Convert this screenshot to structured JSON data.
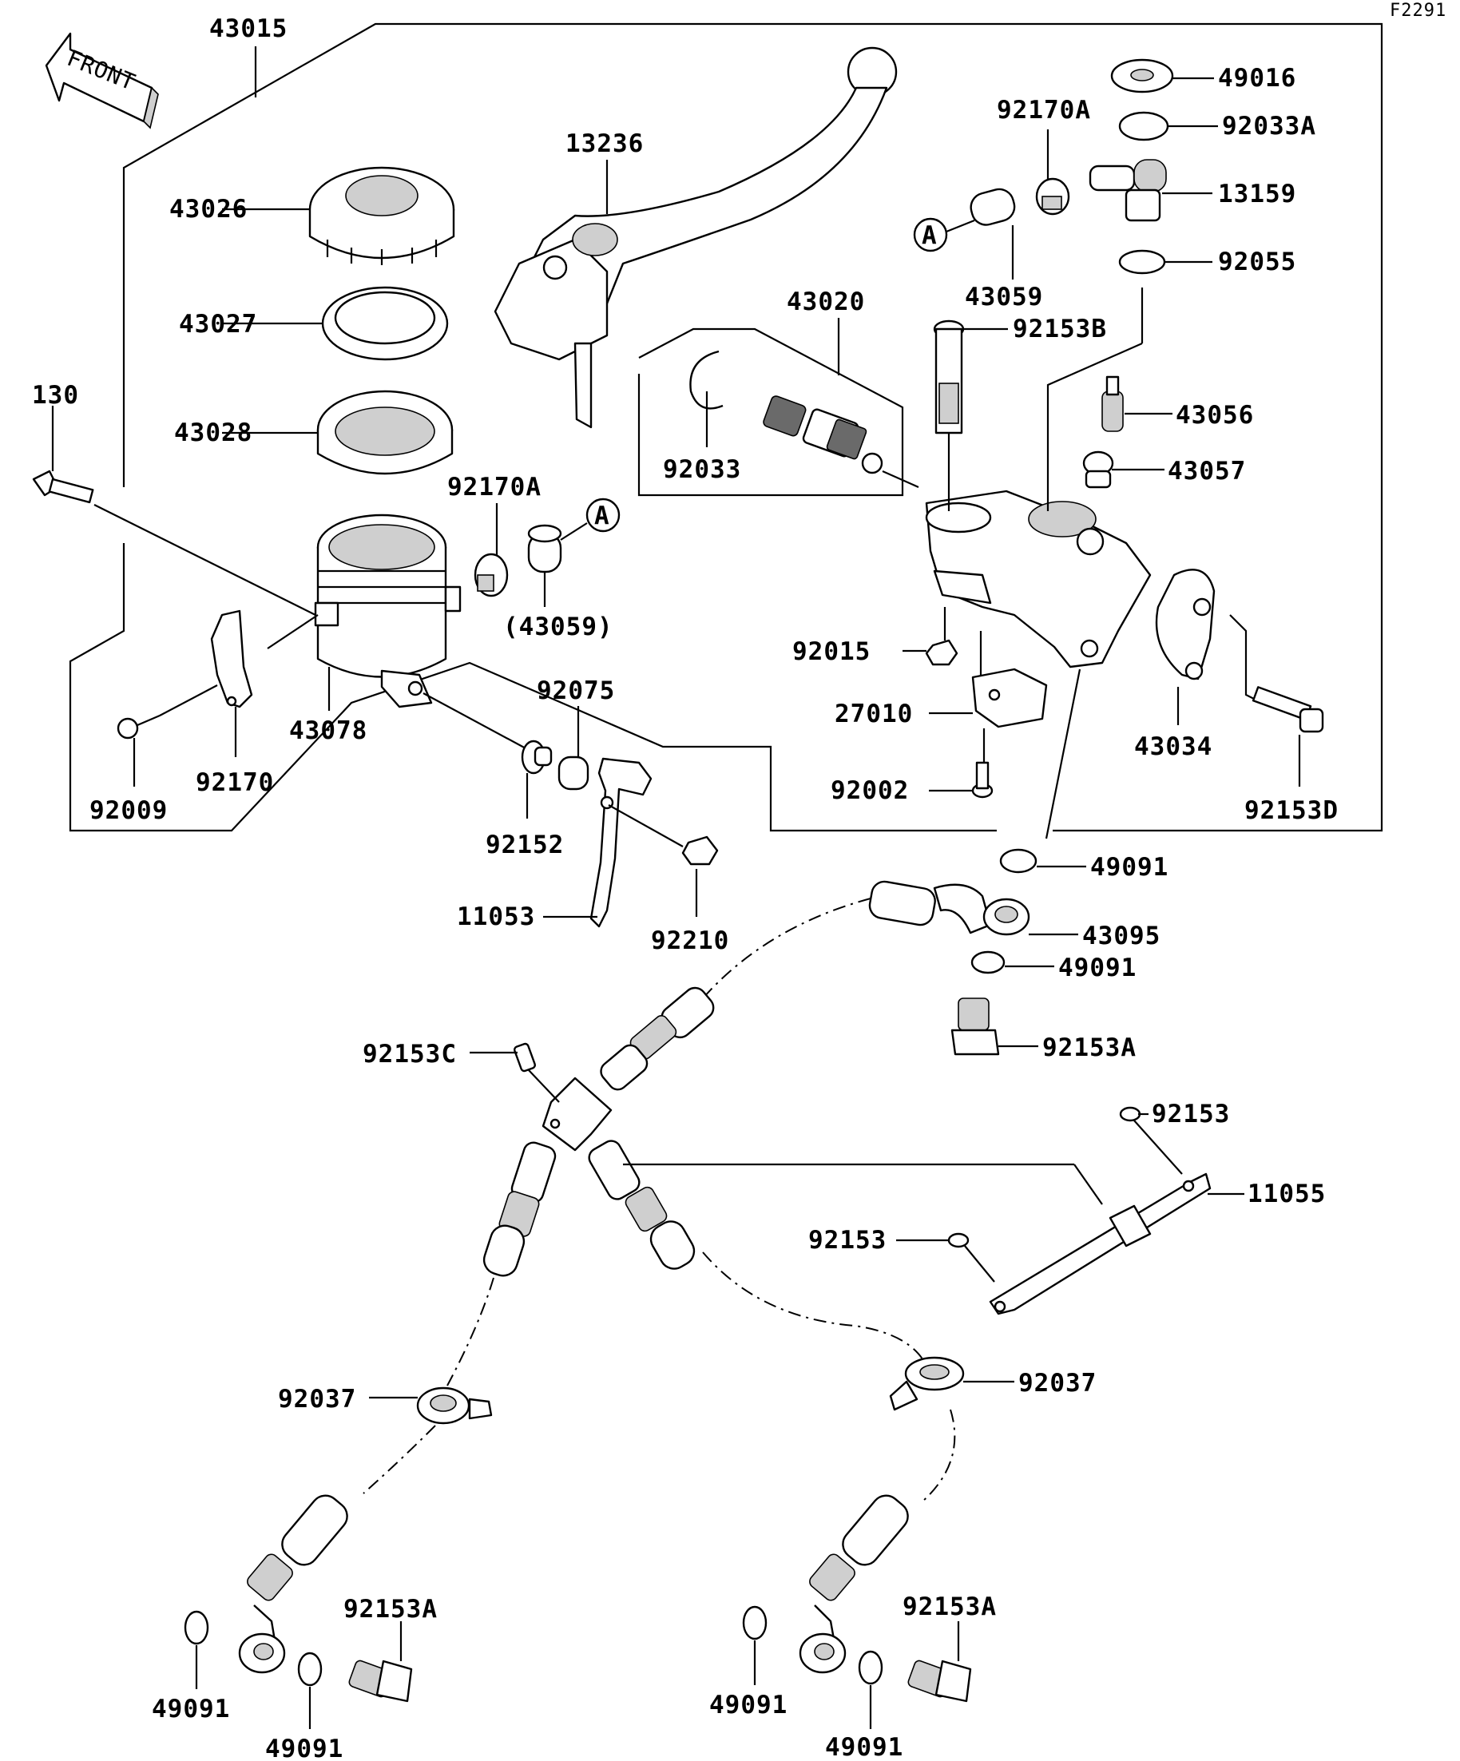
{
  "figure_code": "F2291",
  "front_label": "FRONT",
  "ref_A": "A",
  "labels": {
    "p43015": "43015",
    "p13236": "13236",
    "p43026": "43026",
    "p43027": "43027",
    "p43028": "43028",
    "p130": "130",
    "p92170A_left": "92170A",
    "p43059_paren": "(43059)",
    "p43078": "43078",
    "p92170": "92170",
    "p92009": "92009",
    "p92075": "92075",
    "p92152": "92152",
    "p11053": "11053",
    "p92210": "92210",
    "p43020": "43020",
    "p92033": "92033",
    "p92170A_right": "92170A",
    "p43059": "43059",
    "p49016": "49016",
    "p92033A": "92033A",
    "p13159": "13159",
    "p92055": "92055",
    "p92153B": "92153B",
    "p43056": "43056",
    "p43057": "43057",
    "p92015": "92015",
    "p27010": "27010",
    "p92002": "92002",
    "p43034": "43034",
    "p92153D": "92153D",
    "p49091_a": "49091",
    "p43095": "43095",
    "p49091_b": "49091",
    "p92153A_a": "92153A",
    "p92153C": "92153C",
    "p92153_a": "92153",
    "p11055": "11055",
    "p92153_b": "92153",
    "p92037_left": "92037",
    "p92037_right": "92037",
    "p92153A_left": "92153A",
    "p92153A_right": "92153A",
    "p49091_l1": "49091",
    "p49091_l2": "49091",
    "p49091_r1": "49091",
    "p49091_r2": "49091"
  }
}
